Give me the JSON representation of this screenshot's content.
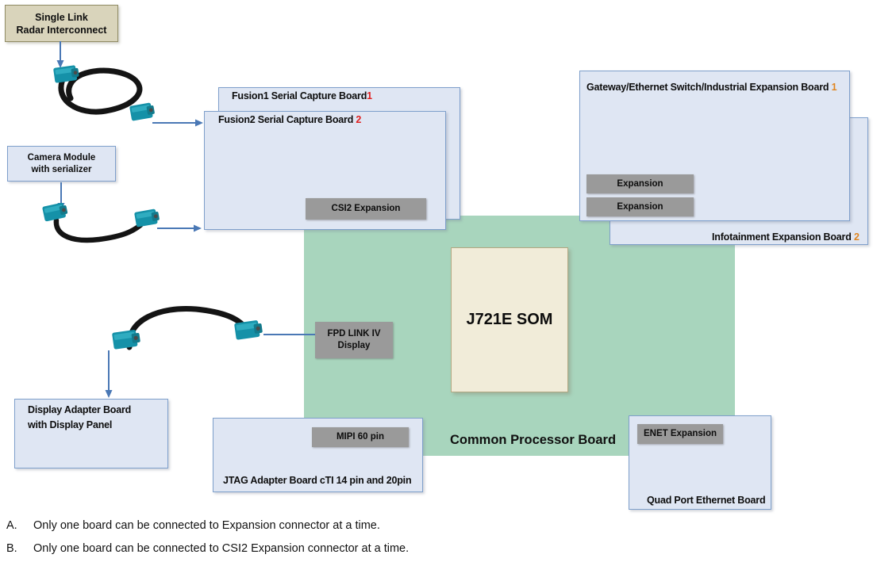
{
  "diagram": {
    "title": "J721E SOM Board Interconnect Diagram",
    "colors": {
      "board_fill": "#dfe6f3",
      "board_border": "#7e9fcb",
      "green_board": "#a8d5bd",
      "som_fill": "#f1ecd9",
      "som_border": "#b3a882",
      "chip_gray": "#9a9a9a",
      "khaki_fill": "#d9d4bb",
      "khaki_border": "#8f8a63",
      "accent_red": "#e02020",
      "accent_orange": "#e08520",
      "connector_teal": "#1591a8",
      "cable_black": "#1a1a1a",
      "arrow_blue": "#4a78b5"
    }
  },
  "sources": {
    "radar": {
      "line1": "Single Link",
      "line2": "Radar Interconnect"
    },
    "camera": {
      "line1": "Camera Module",
      "line2": "with serializer"
    },
    "display_adapter": {
      "line1": "Display Adapter Board",
      "line2": "with Display Panel"
    }
  },
  "boards": {
    "fusion1": {
      "label": "Fusion1 Serial Capture Board",
      "number": "1"
    },
    "fusion2": {
      "label": "Fusion2 Serial Capture Board",
      "number": "2"
    },
    "gateway": {
      "label": "Gateway/Ethernet Switch/Industrial Expansion Board",
      "number": "1"
    },
    "infotainment": {
      "label": "Infotainment Expansion Board",
      "number": "2"
    },
    "jtag": {
      "label": "JTAG Adapter Board  cTI 14 pin and 20pin"
    },
    "quad_ethernet": {
      "label": "Quad Port Ethernet Board"
    },
    "common_processor": {
      "label": "Common Processor Board"
    }
  },
  "som": {
    "label": "J721E SOM"
  },
  "connectors": {
    "csi2_expansion": "CSI2 Expansion",
    "expansion_top": "Expansion",
    "expansion_bottom": "Expansion",
    "fpd_link_line1": "FPD LINK IV",
    "fpd_link_line2": "Display",
    "mipi_60pin": "MIPI 60 pin",
    "enet_expansion": "ENET Expansion"
  },
  "notes": [
    {
      "key": "A.",
      "text": "Only one board can be connected to Expansion connector at a time."
    },
    {
      "key": "B.",
      "text": "Only one board can be connected to CSI2 Expansion connector at a time."
    }
  ]
}
